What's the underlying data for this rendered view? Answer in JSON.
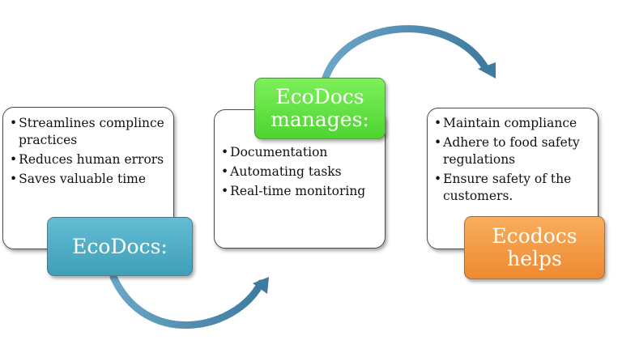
{
  "blocks": [
    {
      "title": "EcoDocs:",
      "color": "#4aa9c4",
      "items": [
        "Streamlines complince practices",
        "Reduces human errors",
        "Saves valuable time"
      ]
    },
    {
      "title": "EcoDocs manages:",
      "color": "#5ce23c",
      "items": [
        "Documentation",
        "Automating tasks",
        "Real-time monitoring"
      ]
    },
    {
      "title": "Ecodocs helps",
      "color": "#f39a45",
      "items": [
        "Maintain compliance",
        "Adhere to food safety regulations",
        "Ensure safety of the customers."
      ]
    }
  ],
  "arrow_color": "#4d8cad"
}
